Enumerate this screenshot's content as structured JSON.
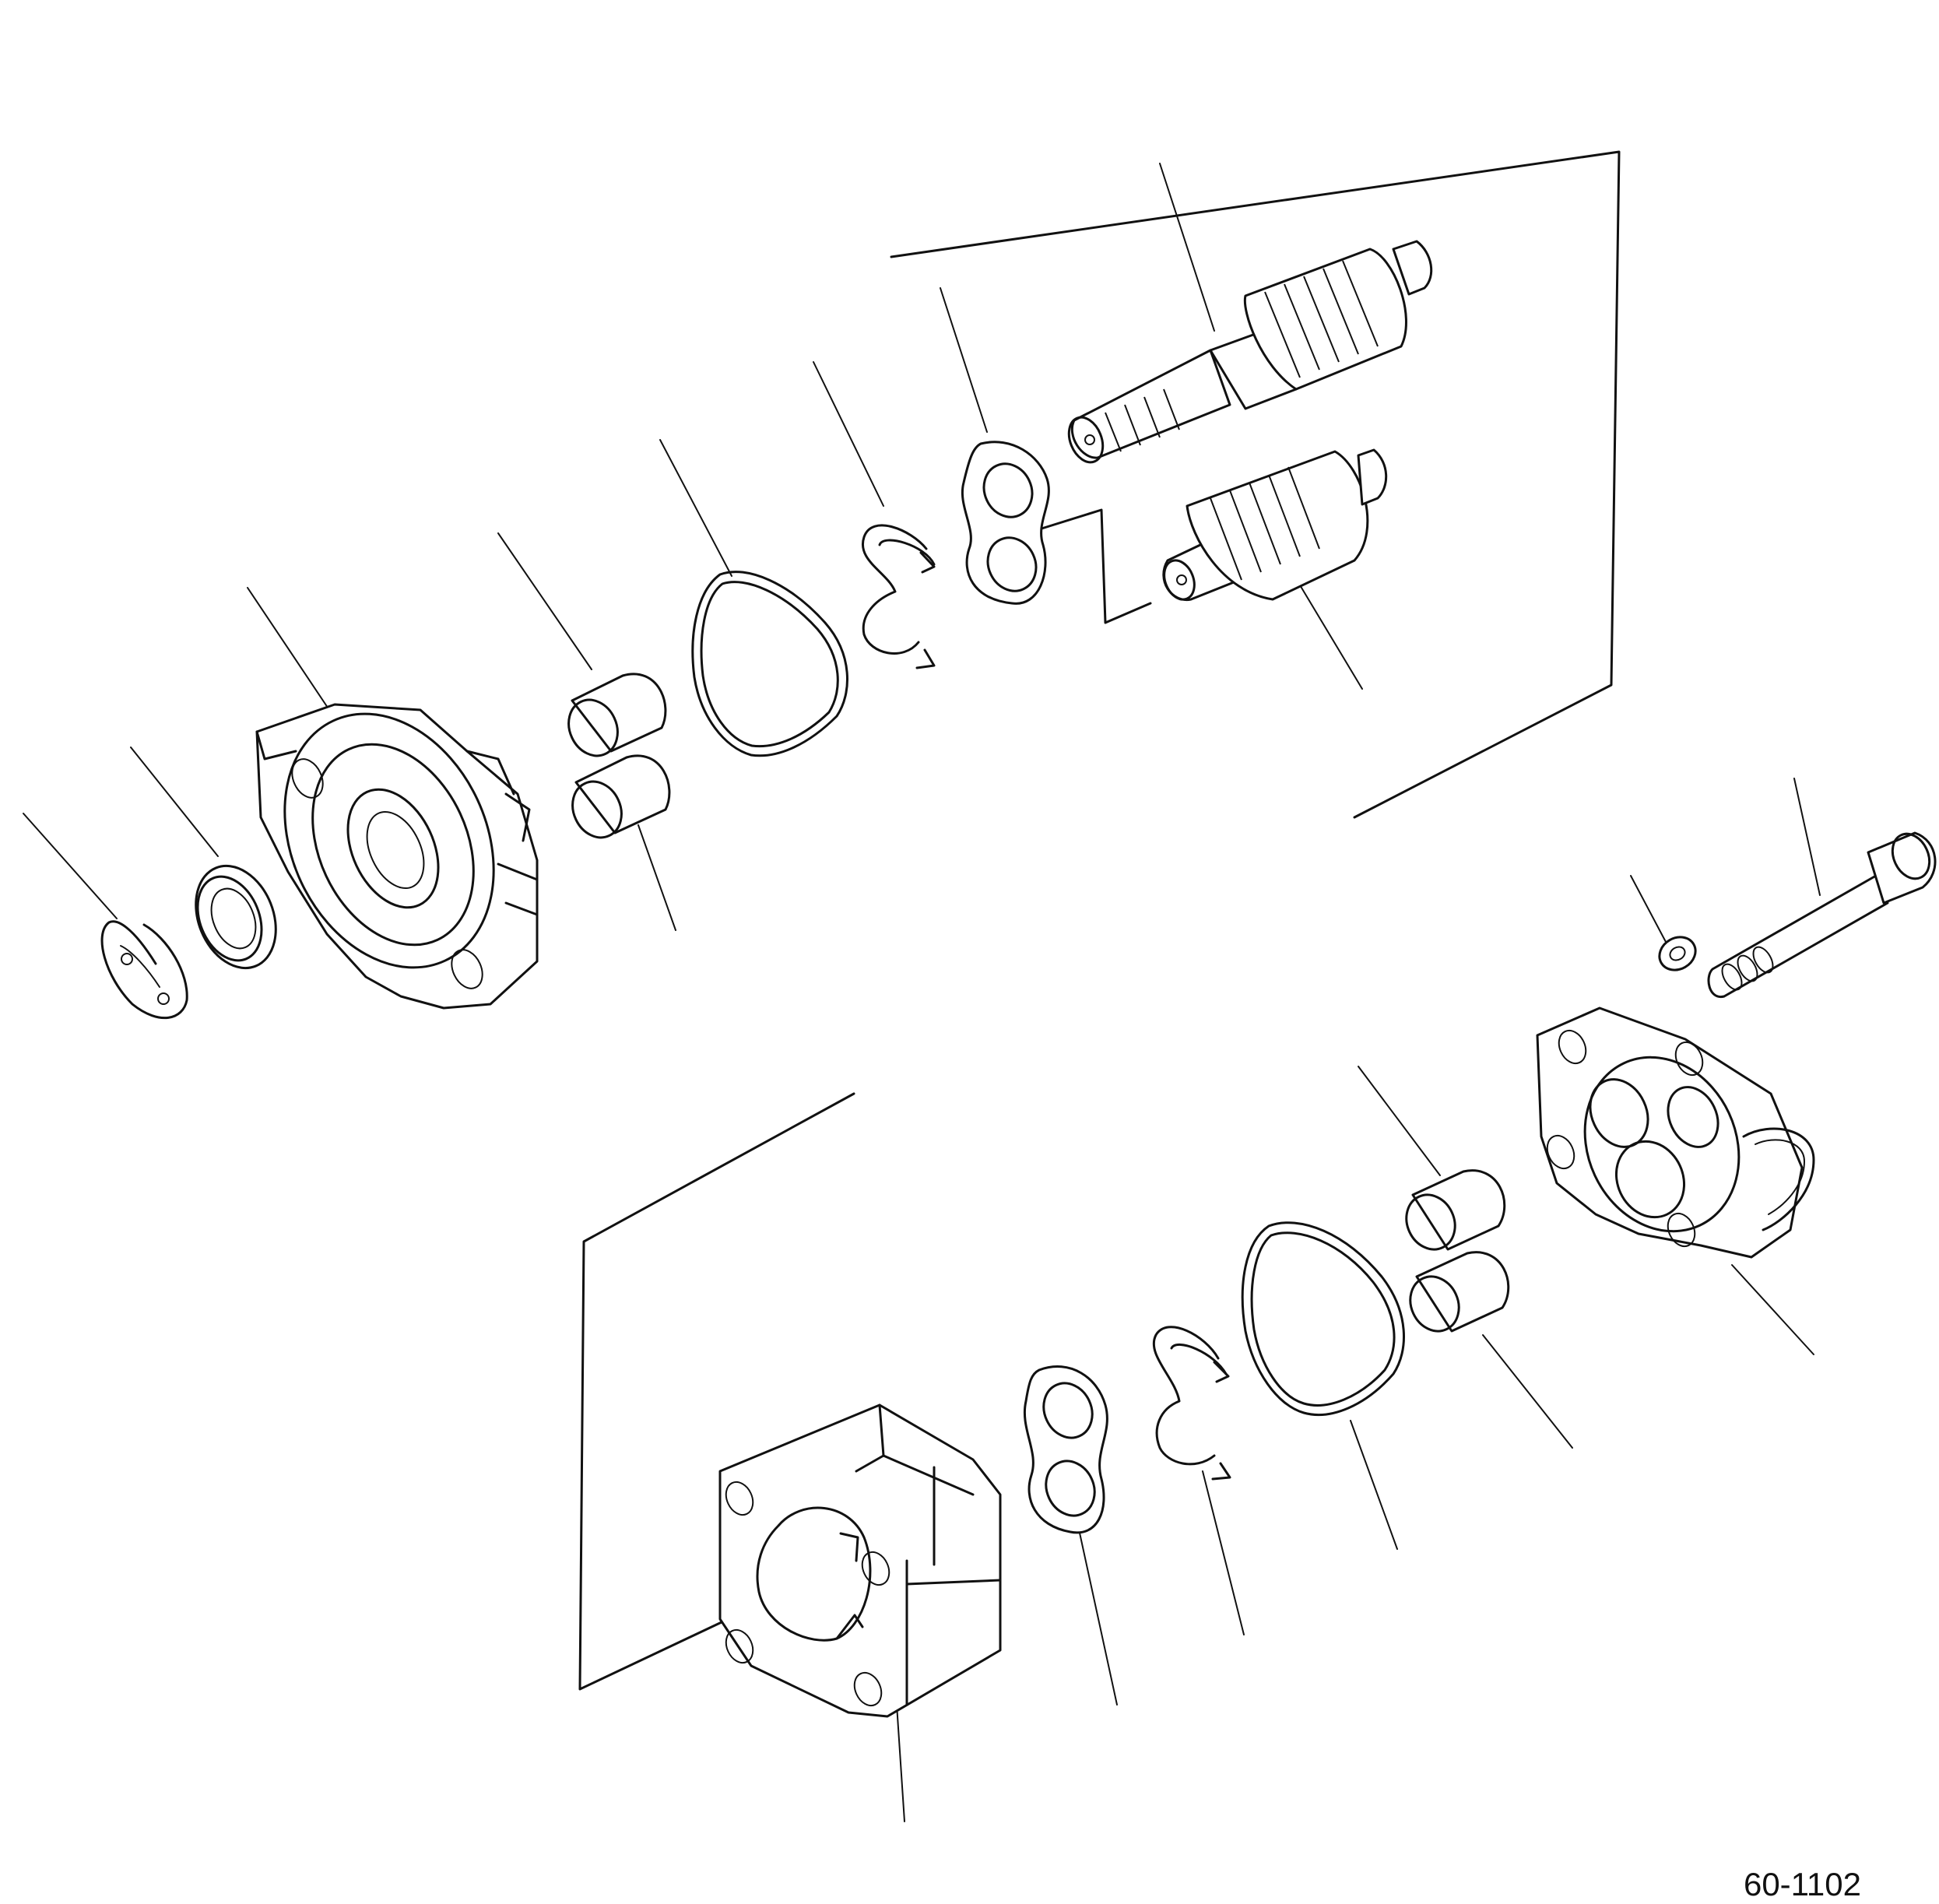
{
  "drawing_number": "60-1102",
  "parts": [
    {
      "name": "snap-ring",
      "group": "front"
    },
    {
      "name": "oil-seal",
      "group": "front"
    },
    {
      "name": "front-cover",
      "group": "front"
    },
    {
      "name": "bushing",
      "group": "front"
    },
    {
      "name": "o-ring",
      "group": "front"
    },
    {
      "name": "backup-ring",
      "group": "front"
    },
    {
      "name": "seal-plate",
      "group": "front"
    },
    {
      "name": "drive-gear",
      "group": "gears"
    },
    {
      "name": "driven-gear",
      "group": "gears"
    },
    {
      "name": "pump-body",
      "group": "rear"
    },
    {
      "name": "seal-plate",
      "group": "rear"
    },
    {
      "name": "backup-ring",
      "group": "rear"
    },
    {
      "name": "o-ring",
      "group": "rear"
    },
    {
      "name": "bushing",
      "group": "rear"
    },
    {
      "name": "rear-cover",
      "group": "rear"
    },
    {
      "name": "washer",
      "group": "rear"
    },
    {
      "name": "bolt",
      "group": "rear"
    }
  ]
}
